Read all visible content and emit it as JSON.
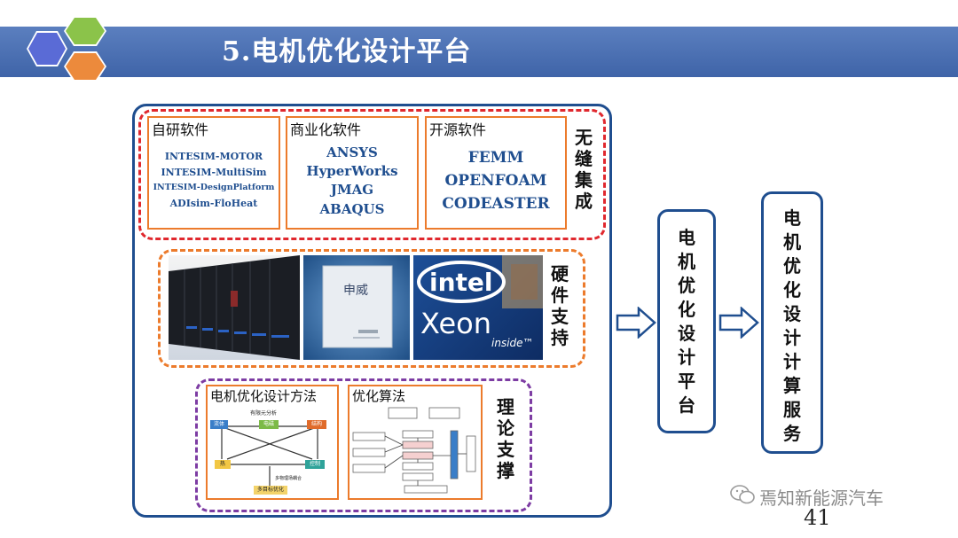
{
  "header": {
    "title": "5.电机优化设计平台",
    "hexagon_colors": [
      "#5a6bd6",
      "#8bc34a",
      "#ec8a3c"
    ]
  },
  "software": {
    "side_label": "无缝集成",
    "panels": [
      {
        "title": "自研软件",
        "items": [
          "INTESIM-MOTOR",
          "INTESIM-MultiSim",
          "INTESIM-DesignPlatform",
          "ADIsim-FloHeat"
        ]
      },
      {
        "title": "商业化软件",
        "items": [
          "ANSYS",
          "HyperWorks",
          "JMAG",
          "ABAQUS"
        ]
      },
      {
        "title": "开源软件",
        "items": [
          "FEMM",
          "OPENFOAM",
          "CODEASTER"
        ]
      }
    ]
  },
  "hardware": {
    "side_label": "硬件支持",
    "chip_label": "申威",
    "intel_logo": "intel",
    "xeon_label": "Xeon",
    "inside_label": "inside™"
  },
  "theory": {
    "side_label": "理论支撑",
    "method_panel": {
      "title": "电机优化设计方法",
      "diagram_title": "有限元分析",
      "nodes": [
        "流体",
        "电磁",
        "结构",
        "热",
        "控制"
      ],
      "feedback": "多物理场耦合",
      "bottom": "多目标优化"
    },
    "algorithm_panel": {
      "title": "优化算法"
    }
  },
  "platform": {
    "label": "电机优化设计平台"
  },
  "service": {
    "label": "电机优化设计计算服务"
  },
  "footer": {
    "watermark": "焉知新能源汽车",
    "page_number": "41"
  },
  "colors": {
    "title_bar": "#4a6fb3",
    "frame": "#1f4e8f",
    "red_dash": "#e0282e",
    "orange_dash": "#ec7b2c",
    "purple_dash": "#7d3ca3"
  }
}
